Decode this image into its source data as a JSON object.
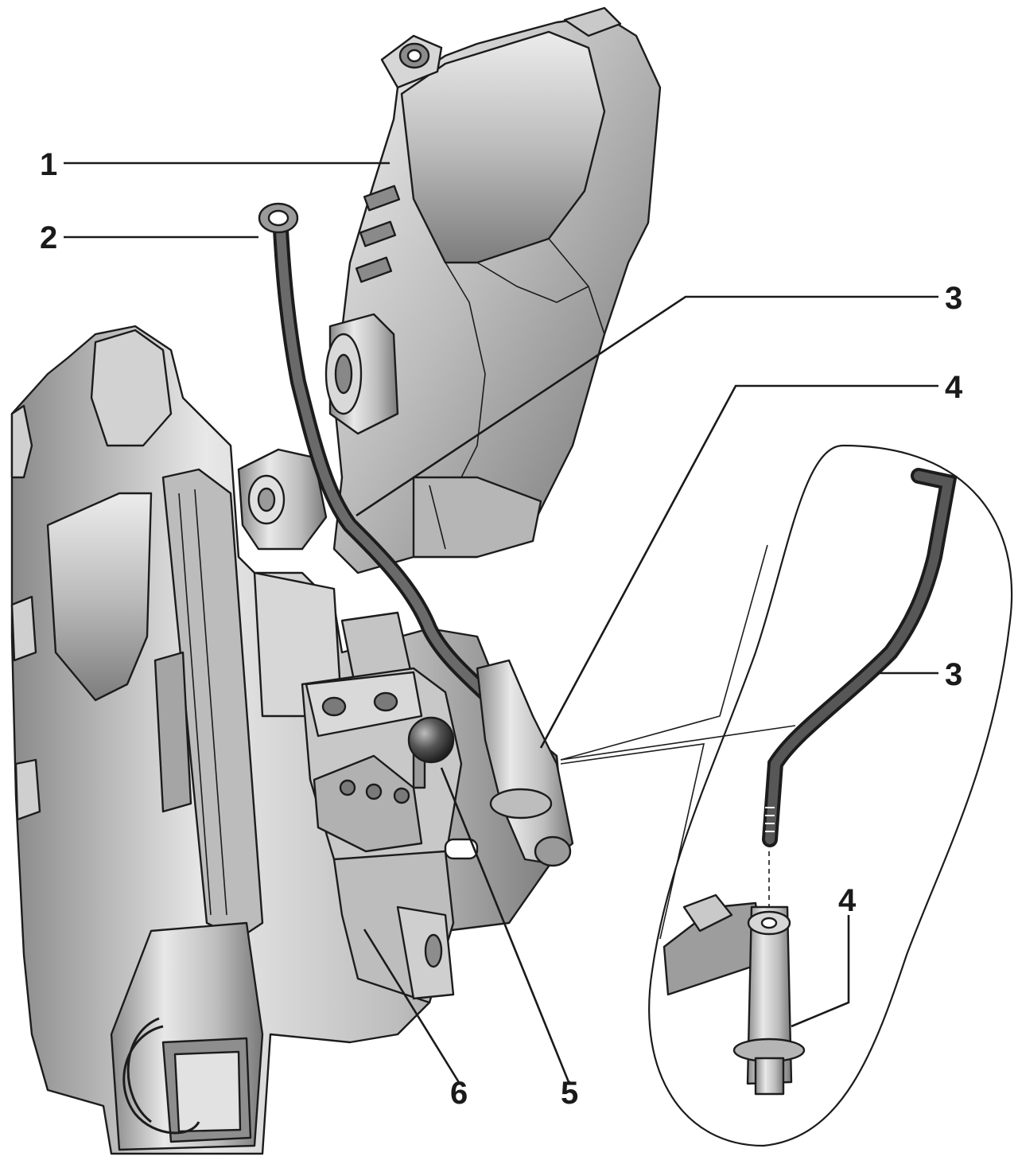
{
  "callouts": {
    "c1": "1",
    "c2": "2",
    "c3_main": "3",
    "c4_main": "4",
    "c3_inset": "3",
    "c4_inset": "4",
    "c5": "5",
    "c6": "6"
  },
  "colors": {
    "metal_light": "#e4e4e4",
    "metal_mid": "#b9b9b9",
    "metal_dark": "#7c7c7c",
    "outline": "#1c1c1c",
    "rod": "#3a3a3a"
  }
}
